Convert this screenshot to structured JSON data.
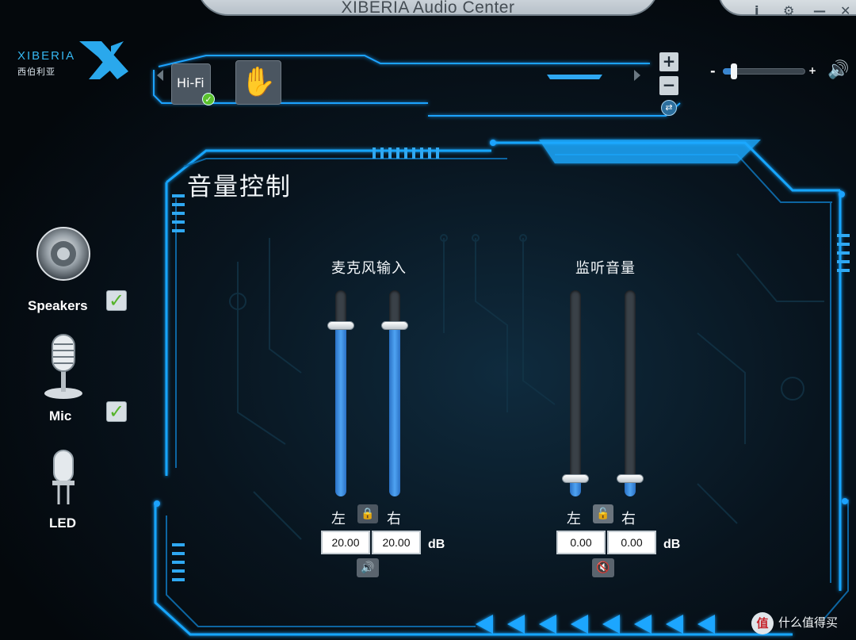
{
  "window": {
    "title": "XIBERIA Audio Center",
    "controls": [
      "i",
      "⚙",
      "—",
      "✕"
    ]
  },
  "logo": {
    "text": "XIBERIA",
    "sub": "西伯利亚"
  },
  "presets": {
    "items": [
      {
        "label": "Hi-Fi",
        "active": true
      }
    ]
  },
  "master_volume": {
    "level": 0.13
  },
  "sidebar": {
    "items": [
      {
        "label": "Speakers",
        "checked": true
      },
      {
        "label": "Mic",
        "checked": true
      },
      {
        "label": "LED",
        "checked": false
      }
    ]
  },
  "panel": {
    "title": "音量控制",
    "mic": {
      "title": "麦克风输入",
      "left_label": "左",
      "right_label": "右",
      "left_value": "20.00",
      "right_value": "20.00",
      "left_level": 0.83,
      "right_level": 0.83,
      "unit": "dB"
    },
    "monitor": {
      "title": "监听音量",
      "left_label": "左",
      "right_label": "右",
      "left_value": "0.00",
      "right_value": "0.00",
      "left_level": 0.09,
      "right_level": 0.09,
      "unit": "dB"
    }
  },
  "watermark": {
    "text": "什么值得买",
    "badge": "值"
  },
  "colors": {
    "accent": "#1aa3ff",
    "fill": "#3a86d0",
    "panel_glow": "#0fa8ff"
  }
}
